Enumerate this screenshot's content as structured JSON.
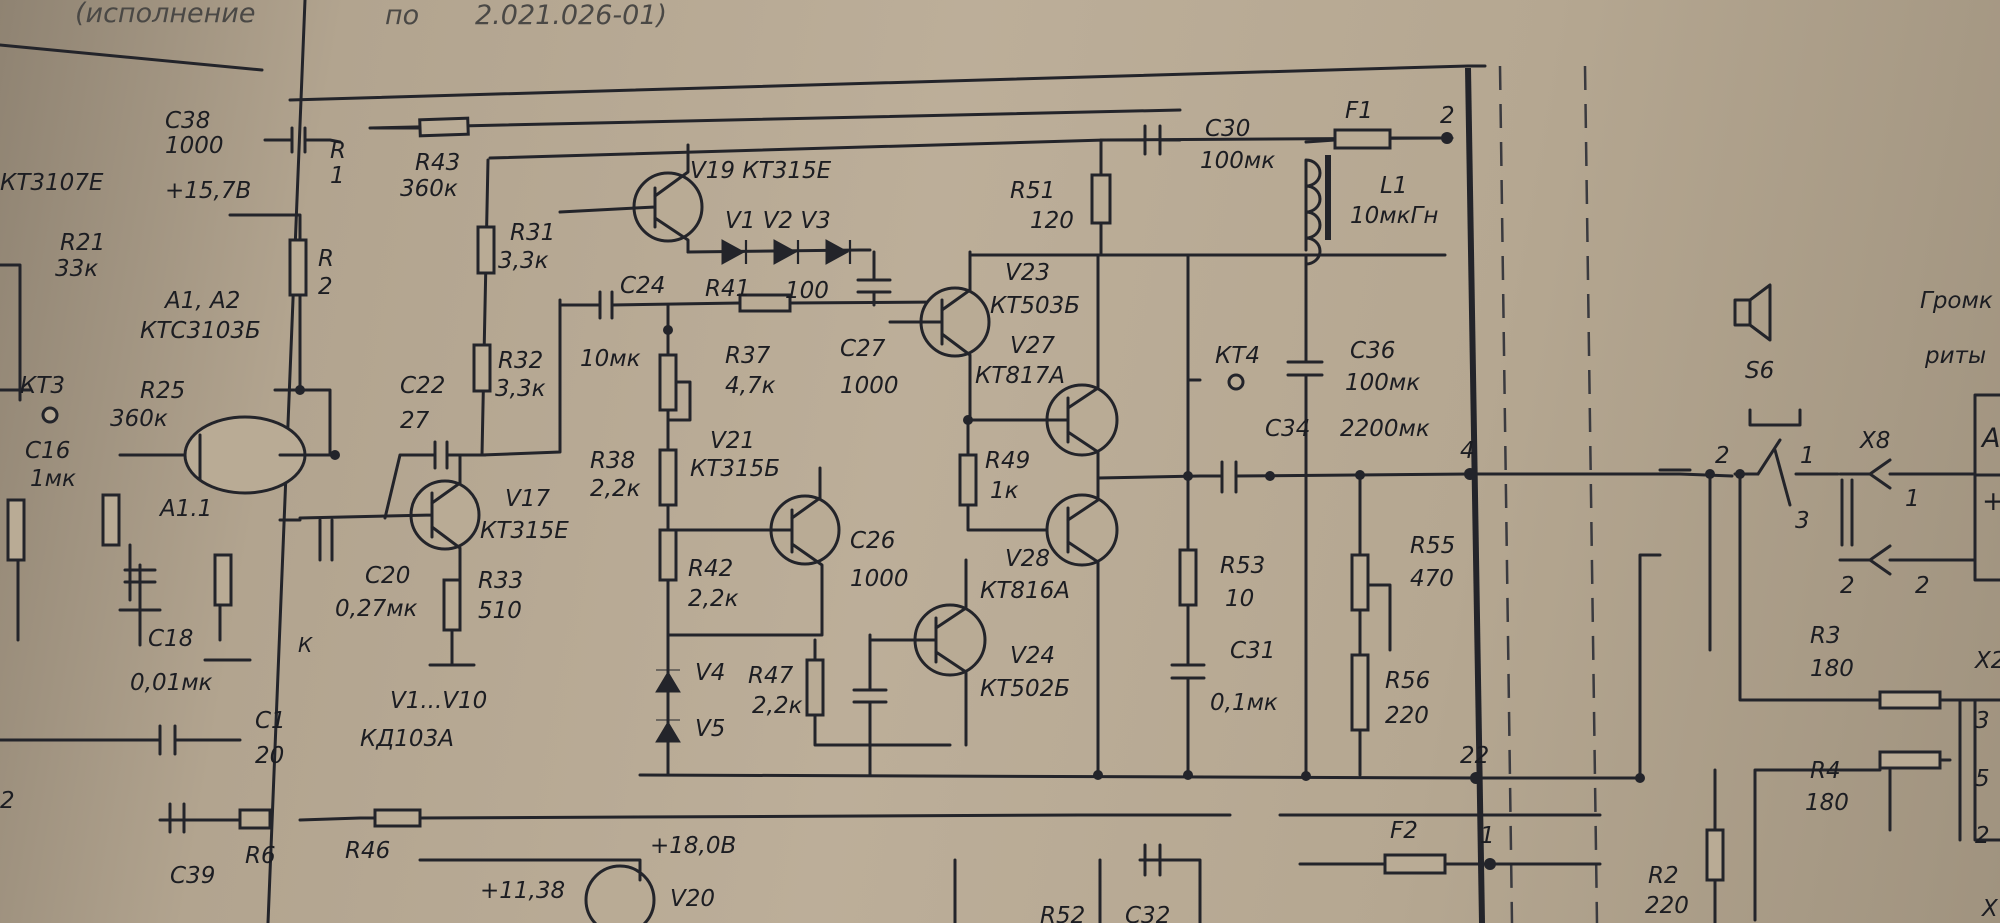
{
  "header": {
    "left": "(исполнение",
    "middle": "по",
    "right": "2.021.026-01)"
  },
  "rails": {
    "v15_7": "+15,7В",
    "v18": "+18,0В",
    "v11_38": "+11,38"
  },
  "transistors": {
    "v19": "V19 КТ315Е",
    "v23_name": "V23",
    "v23_type": "КТ503Б",
    "v27_name": "V27",
    "v27_type": "КТ817А",
    "v21_name": "V21",
    "v21_type": "КТ315Б",
    "v17_name": "V17",
    "v17_type": "КТ315Е",
    "v28_name": "V28",
    "v28_type": "КТ816А",
    "v24_name": "V24",
    "v24_type": "КТ502Б",
    "v20": "V20",
    "left_fragment": "КТ3107Е"
  },
  "diodes": {
    "v1_v3": "V1  V2  V3",
    "v4": "V4",
    "v5": "V5",
    "range": "V1...V10",
    "type": "КД103А"
  },
  "ic": {
    "name": "А1, А2",
    "type": "КТС3103Б",
    "section": "А1.1"
  },
  "resistors": {
    "r21": "R21",
    "r21_v": "33к",
    "r43": "R43",
    "r43_v": "360к",
    "r31": "R31",
    "r31_v": "3,3к",
    "r32": "R32",
    "r32_v": "3,3к",
    "r25": "R25",
    "r25_v": "360к",
    "r41": "R41",
    "r41_v": "100",
    "r37": "R37",
    "r37_v": "4,7к",
    "r38": "R38",
    "r38_v": "2,2к",
    "r42": "R42",
    "r42_v": "2,2к",
    "r47": "R47",
    "r47_v": "2,2к",
    "r33": "R33",
    "r33_v": "510",
    "r51": "R51",
    "r51_v": "120",
    "r49": "R49",
    "r49_v": "1к",
    "r53": "R53",
    "r53_v": "10",
    "r55": "R55",
    "r55_v": "470",
    "r56": "R56",
    "r56_v": "220",
    "r46": "R46",
    "r3": "R3",
    "r3_v": "180",
    "r4": "R4",
    "r4_v": "180",
    "r2": "R2",
    "r2_v": "220",
    "r52": "R52"
  },
  "capacitors": {
    "c38": "С38",
    "c38_v": "1000",
    "c24": "С24",
    "c24_v": "10мк",
    "c22": "С22",
    "c22_v": "27",
    "c27": "С27",
    "c27_v": "1000",
    "c26": "С26",
    "c26_v": "1000",
    "c20": "С20",
    "c20_v": "0,27мк",
    "c18": "С18",
    "c18_v": "0,01мк",
    "c16": "С16",
    "c16_v": "1мк",
    "c30": "С30",
    "c30_v": "100мк",
    "c36": "С36",
    "c36_v": "100мк",
    "c34": "С34",
    "c34_v": "2200мк",
    "c31": "С31",
    "c31_v": "0,1мк",
    "c39": "С39",
    "c32": "С32"
  },
  "inductor": {
    "name": "L1",
    "value": "10мкГн"
  },
  "fuses": {
    "f1": "F1",
    "f2": "F2"
  },
  "test_points": {
    "kt3": "КТ3",
    "kt4": "КТ4"
  },
  "pins": {
    "p2": "2",
    "p4": "4",
    "p22": "22",
    "p1": "1"
  },
  "switch": {
    "name": "S6",
    "pin2": "2",
    "pin1": "1",
    "pin3": "3"
  },
  "connectors": {
    "x8": "Х8",
    "x8_pin1": "1",
    "x8_pin2": "2",
    "x8_pin2b": "2",
    "x2": "Х2",
    "x2_pin3": "3",
    "x2_pin5": "5",
    "x2_pin2": "2"
  },
  "speaker": {
    "label": "Громк",
    "label2": "риты"
  },
  "fragments": {
    "c1": "С1",
    "c1_v": "20",
    "r_cut1": "R",
    "r_cut_v1": "1",
    "r_cut2": "R",
    "r_cut_v2": "2",
    "r6": "R6",
    "left_2": "2",
    "box_a": "А",
    "box_plus": "+",
    "x_cut": "Х",
    "k_small": "К"
  }
}
